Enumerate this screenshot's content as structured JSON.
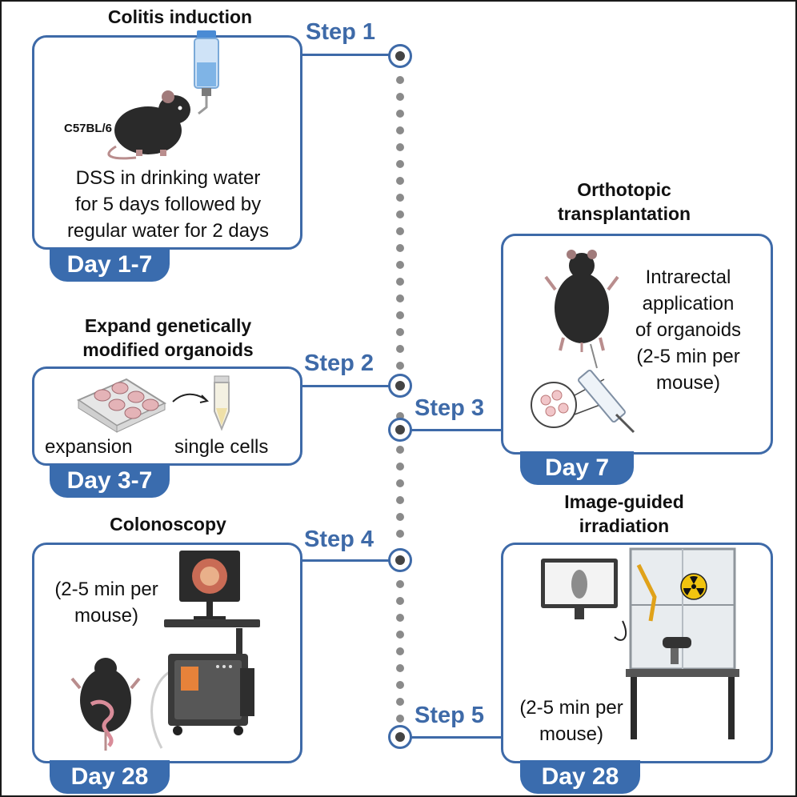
{
  "steps": [
    {
      "label": "Step 1",
      "title": "Colitis induction",
      "strain": "C57BL/6",
      "text": [
        "DSS in drinking water",
        "for 5 days followed by",
        "regular water for 2 days"
      ],
      "day": "Day 1-7"
    },
    {
      "label": "Step 2",
      "title": [
        "Expand genetically",
        "modified organoids"
      ],
      "captions": [
        "expansion",
        "single cells"
      ],
      "day": "Day 3-7"
    },
    {
      "label": "Step 3",
      "title": [
        "Orthotopic",
        "transplantation"
      ],
      "text": [
        "Intrarectal",
        "application",
        "of organoids",
        "(2-5 min per",
        "mouse)"
      ],
      "day": "Day 7"
    },
    {
      "label": "Step 4",
      "title": "Colonoscopy",
      "text": [
        "(2-5 min per",
        "mouse)"
      ],
      "day": "Day 28"
    },
    {
      "label": "Step 5",
      "title": [
        "Image-guided",
        "irradiation"
      ],
      "text": [
        "(2-5 min per",
        "mouse)"
      ],
      "day": "Day 28"
    }
  ],
  "colors": {
    "accent": "#3e6aa8",
    "day_badge": "#3a6cae",
    "timeline_dots": "#8a8a8a"
  },
  "icons": [
    "mouse-icon",
    "water-bottle-icon",
    "well-plate-icon",
    "tube-icon",
    "syringe-icon",
    "monitor-icon",
    "endoscope-tower-icon",
    "irradiator-icon",
    "radiation-icon"
  ]
}
